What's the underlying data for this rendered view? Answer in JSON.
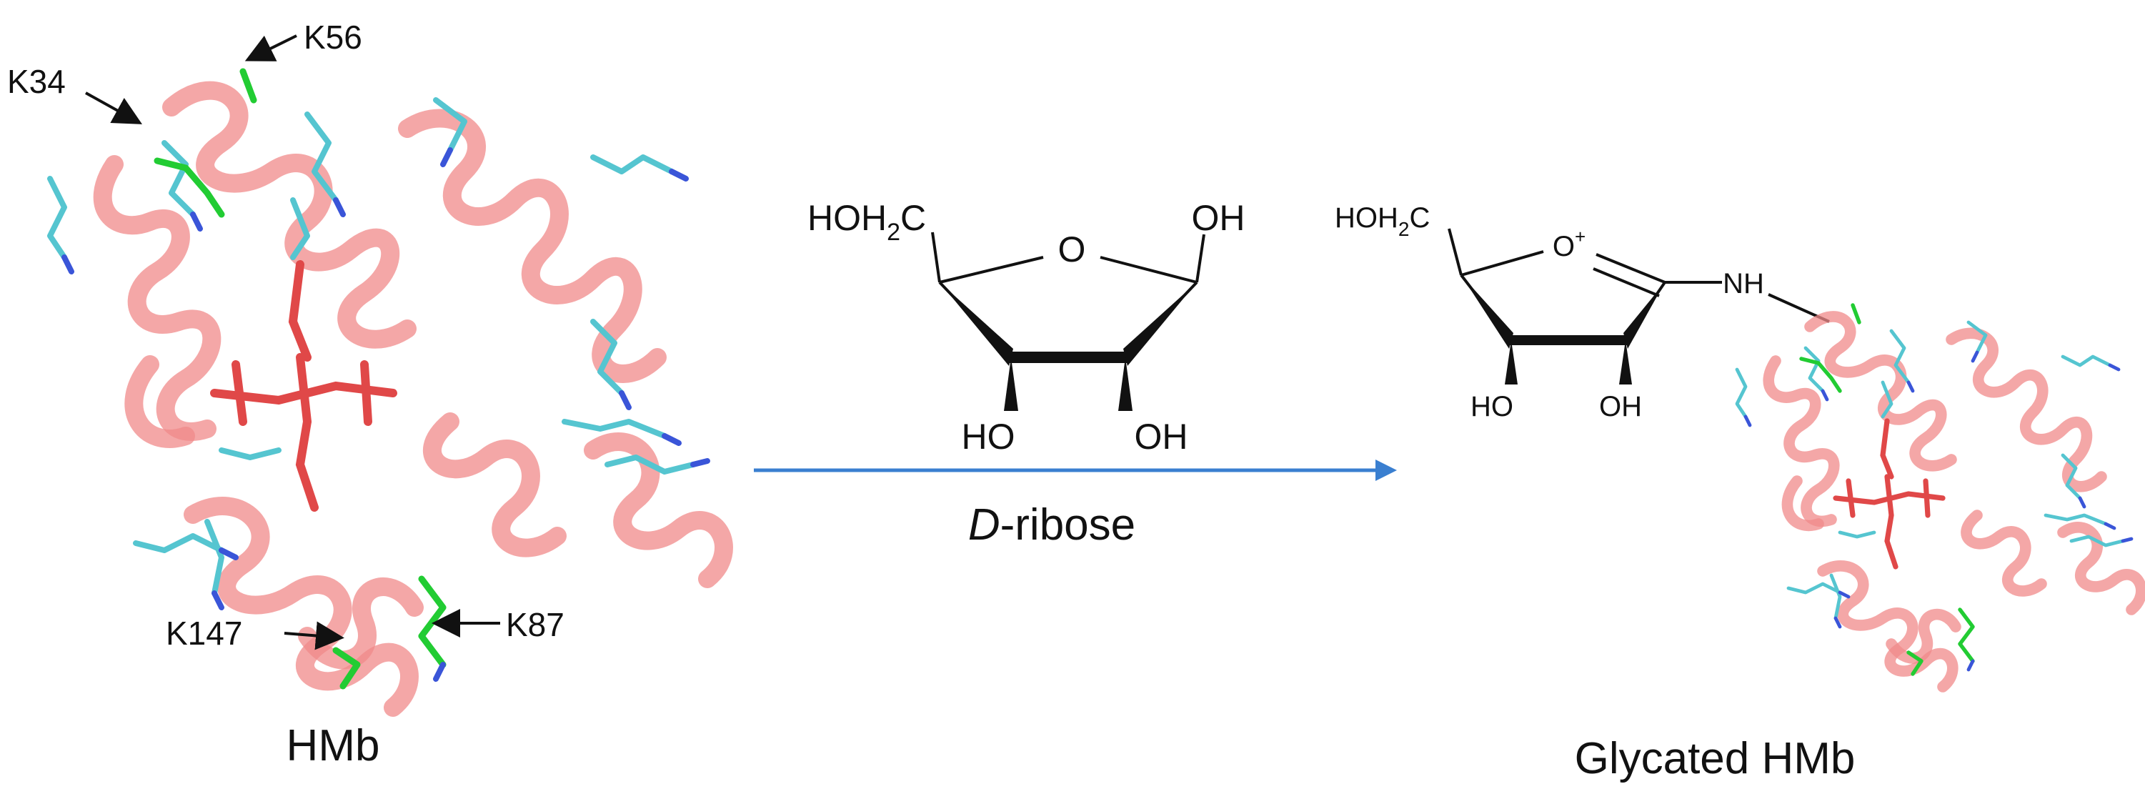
{
  "labels": {
    "left_protein": "HMb",
    "right_protein": "Glycated HMb",
    "reagent_prefix": "D",
    "reagent_suffix": "-ribose",
    "residues": [
      "K34",
      "K56",
      "K147",
      "K87"
    ]
  },
  "ribose": {
    "top_left": "HOH",
    "top_left_sub": "2",
    "top_left_end": "C",
    "ring_o": "O",
    "top_right": "OH",
    "bottom_left": "HO",
    "bottom_right": "OH"
  },
  "product": {
    "top_left": "HOH",
    "top_left_sub": "2",
    "top_left_end": "C",
    "ring_o": "O",
    "ring_o_charge": "+",
    "amine": "NH",
    "bottom_left": "HO",
    "bottom_right": "OH"
  },
  "colors": {
    "ribbon": "#f08a8a",
    "heme": "#e04848",
    "lysine": "#55c5d0",
    "highlighted_lysine": "#22cc33",
    "arrow": "#3a7fd0"
  }
}
